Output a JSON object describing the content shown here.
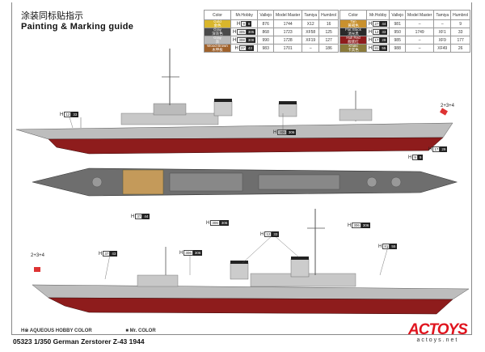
{
  "title": {
    "cn": "涂装同标贴指示",
    "en": "Painting & Marking guide"
  },
  "table": {
    "headers": [
      "Color",
      "Mr.Hobby",
      "Vallejo",
      "Model Master",
      "Tamiya",
      "Humbrol"
    ],
    "left": [
      {
        "name": "Gold",
        "cn": "金色",
        "swatch": "#d9b62c",
        "h": "9",
        "mr": "9",
        "vallejo": "876",
        "mm": "1744",
        "tamiya": "X12",
        "humbrol": "16"
      },
      {
        "name": "Gray",
        "cn": "深灰色",
        "swatch": "#4a4a4a",
        "h": "305",
        "mr": "305",
        "vallejo": "868",
        "mm": "1723",
        "tamiya": "XF58",
        "humbrol": "125"
      },
      {
        "name": "Gray",
        "cn": "灰",
        "swatch": "#b9b9b9",
        "h": "308",
        "mr": "308",
        "vallejo": "990",
        "mm": "1728",
        "tamiya": "XF19",
        "humbrol": "127"
      },
      {
        "name": "Wood Brown",
        "cn": "木甲板",
        "swatch": "#a0622c",
        "h": "37",
        "mr": "43",
        "vallejo": "983",
        "mm": "1701",
        "tamiya": "–",
        "humbrol": "186"
      }
    ],
    "right": [
      {
        "name": "Tan",
        "cn": "黄褐色",
        "swatch": "#c9912e",
        "h": "27",
        "mr": "44",
        "vallejo": "981",
        "mm": "–",
        "tamiya": "–",
        "humbrol": "9"
      },
      {
        "name": "Flat Black",
        "cn": "消光黑",
        "swatch": "#2a2a2a",
        "h": "12",
        "mr": "33",
        "vallejo": "950",
        "mm": "1749",
        "tamiya": "XF1",
        "humbrol": "33"
      },
      {
        "name": "Hull Red",
        "cn": "舰底红",
        "swatch": "#8e1c1c",
        "h": "17",
        "mr": "29",
        "vallejo": "985",
        "mm": "–",
        "tamiya": "XF9",
        "humbrol": "177"
      },
      {
        "name": "Khaki",
        "cn": "卡其色",
        "swatch": "#8a7a3a",
        "h": "81",
        "mr": "55",
        "vallejo": "988",
        "mm": "–",
        "tamiya": "XF49",
        "humbrol": "26"
      }
    ]
  },
  "callouts": [
    {
      "h": "12",
      "mr": "33"
    },
    {
      "h": "306",
      "mr": "306"
    },
    {
      "text": "2+3+4"
    },
    {
      "h": "17",
      "mr": "29"
    },
    {
      "h": "9",
      "mr": "9"
    },
    {
      "h": "37",
      "mr": "44"
    },
    {
      "h": "306",
      "mr": "306"
    },
    {
      "h": "306",
      "mr": "306"
    },
    {
      "h": "12",
      "mr": "33"
    },
    {
      "h": "81",
      "mr": "55"
    },
    {
      "h": "37",
      "mr": "43"
    },
    {
      "h": "306",
      "mr": "306"
    },
    {
      "text": "2+3+4"
    }
  ],
  "h_prefix": "H",
  "legend": {
    "aqueous": "H※ AQUEOUS HOBBY COLOR",
    "mr": "■ Mr. COLOR"
  },
  "footer": "05323 1/350  German Zerstorer Z-43 1944",
  "logo": {
    "big": "ACTOYS",
    "small": "actoys.net"
  },
  "colors": {
    "hull_red": "#8e1c1c",
    "gray": "#b9b9b9",
    "deck": "#6e6e6e"
  }
}
